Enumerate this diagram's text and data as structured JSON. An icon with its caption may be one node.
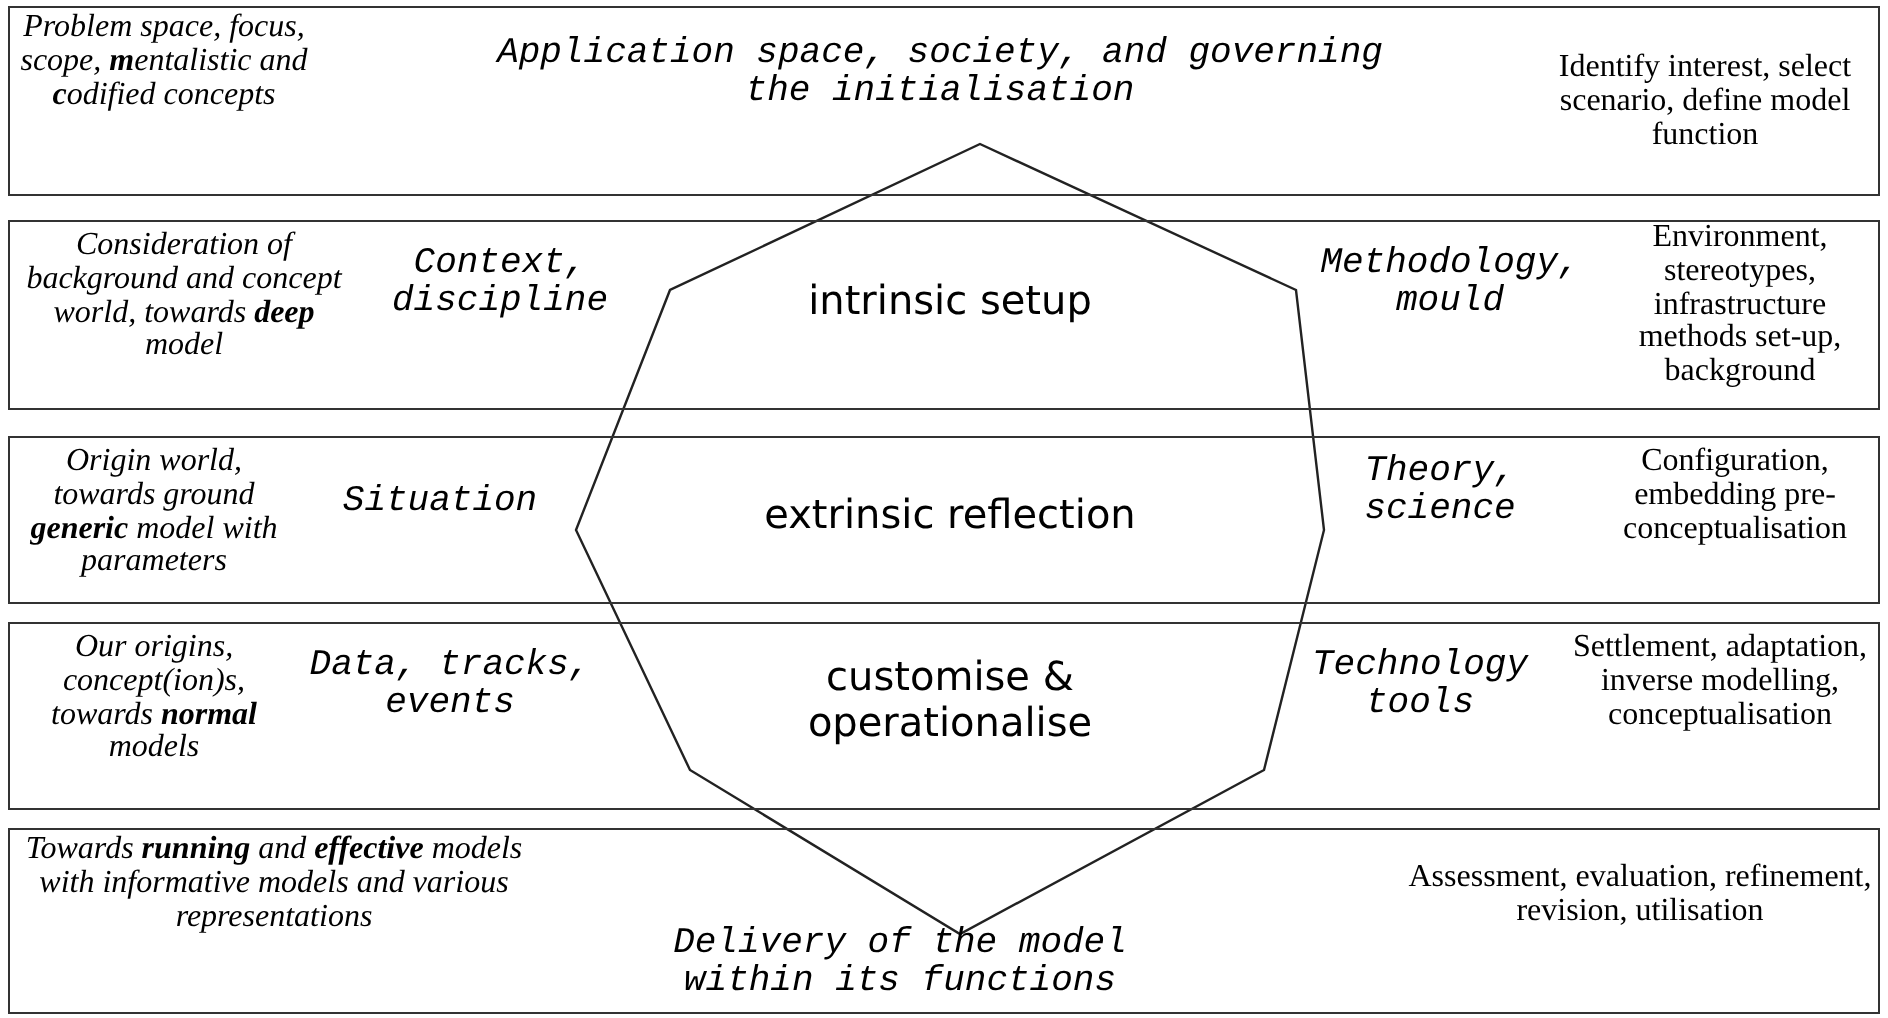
{
  "diagram": {
    "nodes": [
      {
        "text": [
          "Problem space, focus, scope, **m**entalistic and **c**odified concepts",
          "Application space, society, and governing the initialisation",
          "Identify interest, select scenario, define model function"
        ]
      },
      {
        "text": [
          "Consideration of background and concept world, towards **deep** model",
          "Context, discipline",
          "intrinsic setup",
          "Methodology, mould",
          "Environment, stereotypes, infrastructure methods set-up, background"
        ]
      },
      {
        "text": [
          "Origin world, towards ground **generic** model with parameters",
          "Situation",
          "extrinsic reflection",
          "Theory, science",
          "Configuration, embedding pre-conceptualisation"
        ]
      },
      {
        "text": [
          "Our origins, concept(ion)s, towards **normal** models",
          "Data, tracks, events",
          "customise & operationalise",
          "Technology tools",
          "Settlement, adaptation, inverse modelling, conceptualisation"
        ]
      },
      {
        "text": [
          "Towards **running** and **effective** models with informative models and various representations",
          "Delivery of the model within its functions",
          "Assessment, evaluation, refinement, revision, utilisation"
        ]
      },
      {
        "text": [],
        "shape": "octagon"
      }
    ]
  }
}
